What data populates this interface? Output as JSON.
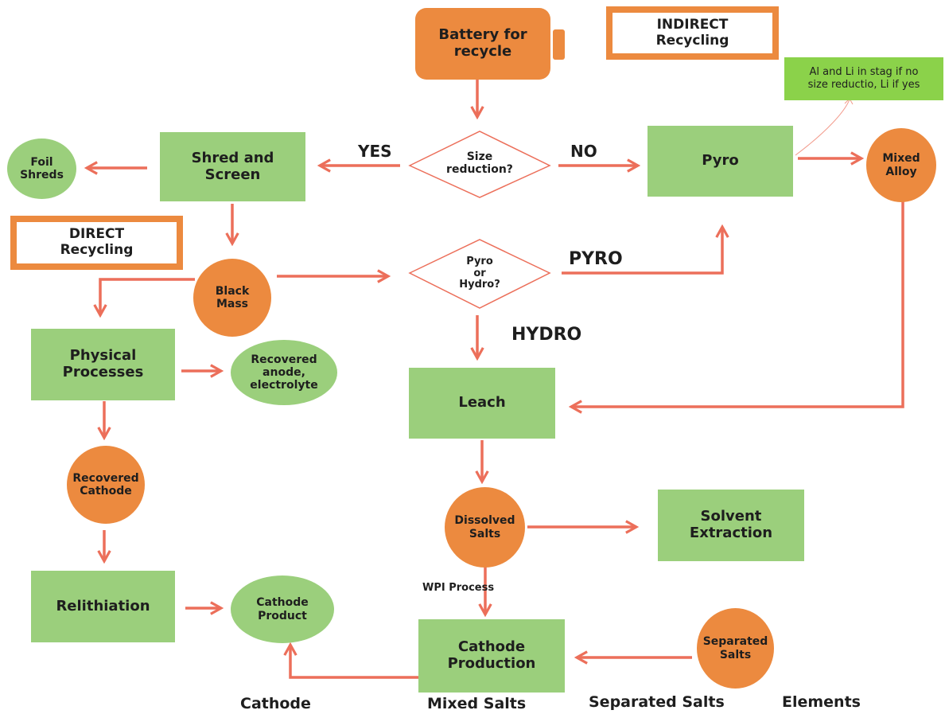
{
  "nodes": {
    "battery": "Battery for\nrecycle",
    "indirect_label": "INDIRECT\nRecycling",
    "direct_label": "DIRECT\nRecycling",
    "pyro_note": "Al and Li in stag if no\nsize reductio, Li if yes",
    "size_reduction": "Size\nreduction?",
    "shred_screen": "Shred and\nScreen",
    "foil_shreds": "Foil\nShreds",
    "pyro": "Pyro",
    "mixed_alloy": "Mixed\nAlloy",
    "black_mass": "Black\nMass",
    "pyro_or_hydro": "Pyro\nor\nHydro?",
    "physical_processes": "Physical\nProcesses",
    "recovered_anode": "Recovered\nanode,\nelectrolyte",
    "leach": "Leach",
    "recovered_cathode": "Recovered\nCathode",
    "dissolved_salts": "Dissolved\nSalts",
    "solvent_extraction": "Solvent\nExtraction",
    "relithiation": "Relithiation",
    "cathode_product": "Cathode\nProduct",
    "cathode_production": "Cathode\nProduction",
    "separated_salts_node": "Separated\nSalts"
  },
  "edge_labels": {
    "yes": "YES",
    "no": "NO",
    "pyro": "PYRO",
    "hydro": "HYDRO",
    "wpi": "WPI Process"
  },
  "footer": {
    "cathode": "Cathode",
    "mixed_salts": "Mixed Salts",
    "separated_salts": "Separated Salts",
    "elements": "Elements"
  },
  "colors": {
    "green": "#9bcf7c",
    "orange": "#ec8a3f",
    "arrow": "#ec6f5a",
    "note_green": "#8bd24a"
  }
}
